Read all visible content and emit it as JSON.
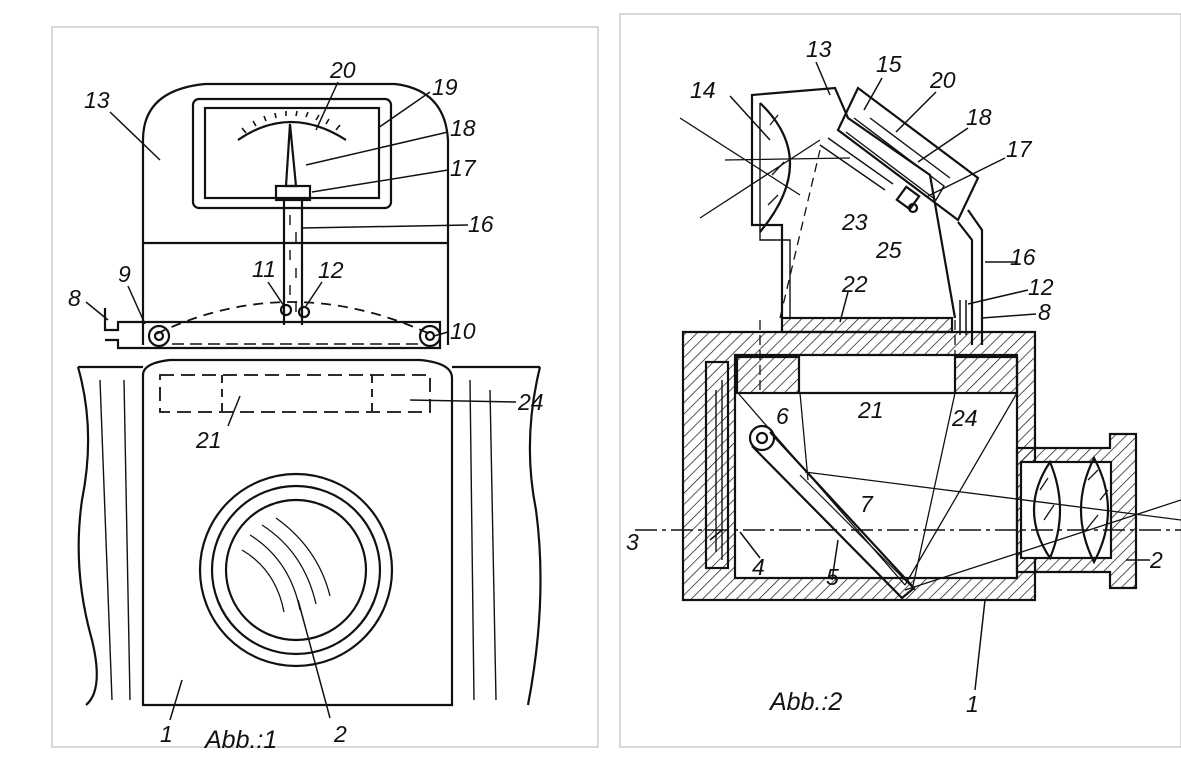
{
  "figures": [
    {
      "caption": "Abb.:1",
      "labels": [
        "13",
        "20",
        "19",
        "18",
        "17",
        "16",
        "9",
        "8",
        "11",
        "12",
        "10",
        "21",
        "24",
        "1",
        "2"
      ]
    },
    {
      "caption": "Abb.:2",
      "labels": [
        "13",
        "15",
        "20",
        "14",
        "18",
        "17",
        "23",
        "25",
        "16",
        "12",
        "8",
        "22",
        "21",
        "24",
        "6",
        "7",
        "3",
        "4",
        "5",
        "2",
        "1"
      ]
    }
  ],
  "colors": {
    "ink": "#111111",
    "paper": "#ffffff",
    "frame": "#bdbdbd"
  }
}
